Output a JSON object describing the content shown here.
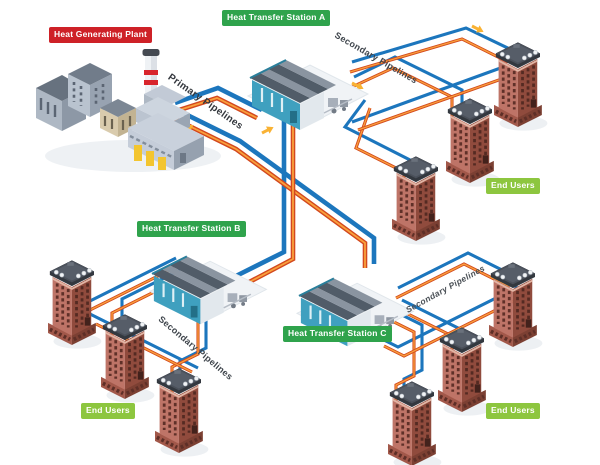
{
  "diagram": {
    "description": "District heating network isometric diagram",
    "badges": [
      {
        "id": "plant",
        "label": "Heat Generating Plant",
        "color": "#ce2127"
      },
      {
        "id": "station-a",
        "label": "Heat Transfer Station A",
        "color": "#2fa34c"
      },
      {
        "id": "station-b",
        "label": "Heat Transfer Station B",
        "color": "#2fa34c"
      },
      {
        "id": "station-c",
        "label": "Heat Transfer Station C",
        "color": "#2fa34c"
      },
      {
        "id": "end-users-top-right",
        "label": "End Users",
        "color": "#8dc63f"
      },
      {
        "id": "end-users-bottom-left",
        "label": "End Users",
        "color": "#8dc63f"
      },
      {
        "id": "end-users-bottom-right",
        "label": "End Users",
        "color": "#8dc63f"
      }
    ],
    "pipeline_labels": [
      {
        "id": "primary",
        "text": "Primary Pipelines"
      },
      {
        "id": "secondary-top-right",
        "text": "Secondary Pipelines"
      },
      {
        "id": "secondary-bottom-left",
        "text": "Secondary Pipelines"
      },
      {
        "id": "secondary-bottom-right",
        "text": "Secondary Pipelines"
      }
    ],
    "colors": {
      "pipe_supply_blue": "#1c76bd",
      "pipe_return_orange_outer": "#d3481e",
      "pipe_return_orange_inner": "#f9a03c",
      "flow_arrow_yellow": "#f9b233",
      "station_wall_teal": "#3fa0bf",
      "tower_brick_light": "#be7467",
      "tower_brick_dark": "#904b3d"
    }
  }
}
